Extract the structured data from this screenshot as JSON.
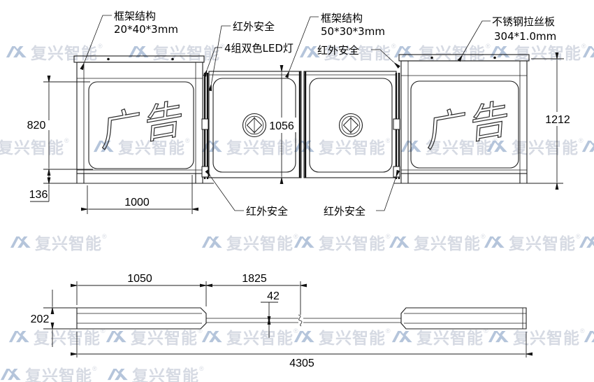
{
  "title": "swing-gate-technical-drawing",
  "labels": {
    "frame_left_1": "框架结构",
    "frame_left_2": "20*40*3mm",
    "ir_top_left": "红外安全",
    "led": "4组双色LED灯",
    "frame_mid_1": "框架结构",
    "frame_mid_2": "50*30*3mm",
    "ir_top_mid": "红外安全",
    "steel_1": "不锈钢拉丝板",
    "steel_2": "304*1.0mm",
    "ir_bottom_left": "红外安全",
    "ir_bottom_mid": "红外安全"
  },
  "panel_text": {
    "left": "广告",
    "right": "广告"
  },
  "dims": {
    "panel_height": "820",
    "plinth_height": "136",
    "panel_width": "1000",
    "gate_height": "1056",
    "total_height": "1212",
    "cabinet_length": "1050",
    "mid_span": "1825",
    "arm_thickness": "42",
    "depth": "202",
    "total_length": "4305"
  },
  "watermark": {
    "logo": "AX",
    "brand": "复兴智能",
    "reg": "®"
  },
  "colors": {
    "line": "#1c1c1c",
    "watermark_logo": "#aebfd8",
    "watermark_text": "#d2d7e0",
    "background": "#ffffff"
  }
}
